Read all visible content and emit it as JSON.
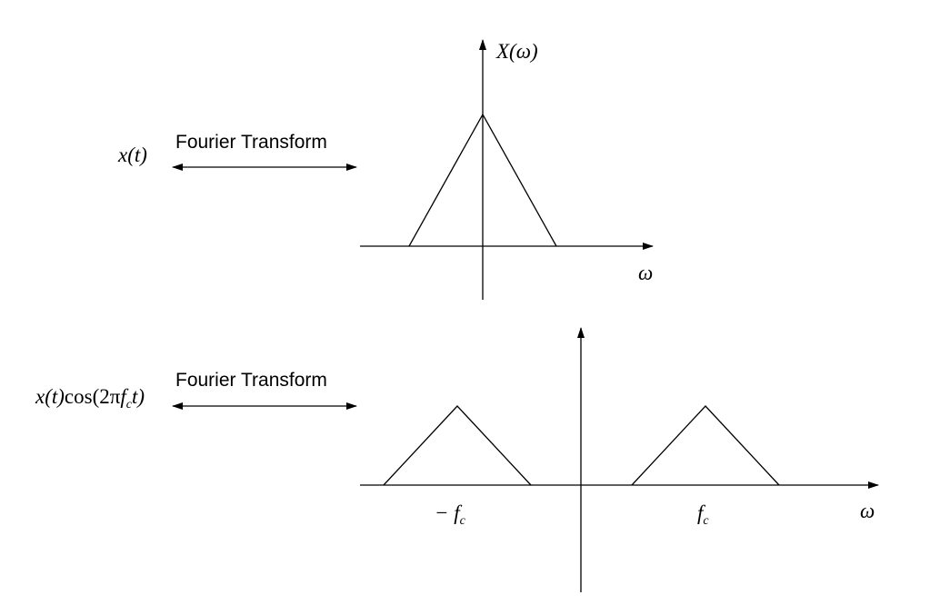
{
  "top": {
    "signal": "x(t)",
    "transform_label": "Fourier Transform",
    "spectrum_label": "X(ω)",
    "axis_label": "ω"
  },
  "bottom": {
    "signal_prefix": "x(t)",
    "signal_cos": "cos(2π",
    "signal_f": "f",
    "signal_sub": "c",
    "signal_suffix": "t)",
    "transform_label": "Fourier Transform",
    "neg_fc_prefix": "− f",
    "fc_prefix": "f",
    "fc_sub": "c",
    "axis_label": "ω"
  },
  "colors": {
    "stroke": "#000000",
    "background": "#ffffff"
  }
}
